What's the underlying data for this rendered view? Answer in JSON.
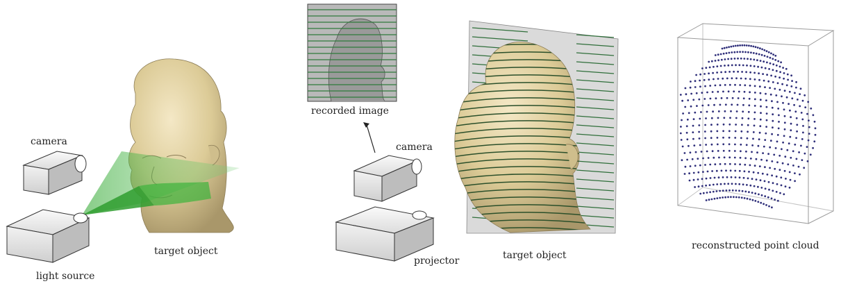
{
  "labels": {
    "camera_left": "camera",
    "light_source": "light source",
    "target_object_left": "target object",
    "recorded_image": "recorded image",
    "camera_mid": "camera",
    "projector": "projector",
    "target_object_mid": "target object",
    "reconstructed_point_cloud": "reconstructed point cloud"
  },
  "colors": {
    "head_skin": "#e3d3a4",
    "laser_green": "#3cb43c",
    "stripe_green": "#1f5a2c",
    "point_cloud": "#2f2f7a",
    "device_gray": "#e6e6e6"
  }
}
